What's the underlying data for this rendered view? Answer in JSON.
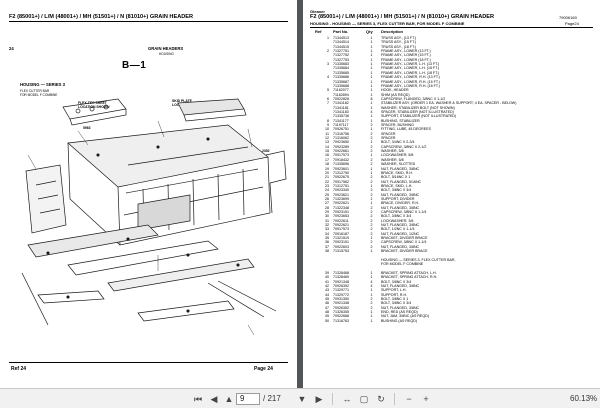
{
  "left_page": {
    "header": "F2 (85001+) / L/M (48001+) / MH (51501+) / N (81010+) GRAIN HEADER",
    "section_no": "24",
    "diagram_title": "GRAIN HEADERS",
    "diagram_subtitle": "HOUSING",
    "figure_label": "B—1",
    "sub_title": "HOUSING — SERIES 3",
    "sub_lines": [
      "FLEX CUTTER BAR",
      "FOR MODEL F COMBINE"
    ],
    "annotations": {
      "shield_a": "FLEX-TEC SHEET\nLOCATION SHOWN",
      "skid_plate": "SKID PLATE\nLOCATION SHOWN",
      "front": "FRONT",
      "ref_5963": "5963",
      "ref_2352": "2352"
    },
    "footer_left": "Ref  24",
    "footer_right": "Page  24"
  },
  "right_page": {
    "brand": "Gleaner",
    "header": "F2 (85001+) / L/M (48001+) / MH (51501+) / N (81010+) GRAIN HEADER",
    "code": "79006160",
    "sub_header": "HOUSING - HOUSING — SERIES 3, FLEX CUTTER BAR, FOR MODEL F COMBINE",
    "page_code": "Page24",
    "columns": [
      "Ref",
      "Part No.",
      "Qty",
      "Description"
    ],
    "rows": [
      {
        "ref": "1",
        "part": "71344513",
        "qty": "1",
        "desc": "TRUSS ASY., (13 FT.)"
      },
      {
        "ref": "",
        "part": "71344514",
        "qty": "1",
        "desc": "TRUSS ASY., (15 FT.)"
      },
      {
        "ref": "",
        "part": "71344515",
        "qty": "1",
        "desc": "TRUSS ASY., (18 FT.)"
      },
      {
        "ref": "2",
        "part": "71327751",
        "qty": "1",
        "desc": "FRAME ASY., LOWER (13 FT.)"
      },
      {
        "ref": "",
        "part": "71327752",
        "qty": "1",
        "desc": "FRAME ASY., LOWER (15 FT.)"
      },
      {
        "ref": "",
        "part": "71327753",
        "qty": "1",
        "desc": "FRAME ASY., LOWER (18 FT.)"
      },
      {
        "ref": "3",
        "part": "71335683",
        "qty": "1",
        "desc": "FRAME ASY., LOWER, L.H. (13 FT.)"
      },
      {
        "ref": "",
        "part": "71335684",
        "qty": "1",
        "desc": "FRAME ASY., LOWER, L.H. (15 FT.)"
      },
      {
        "ref": "",
        "part": "71335685",
        "qty": "1",
        "desc": "FRAME ASY., LOWER, L.H. (18 FT.)"
      },
      {
        "ref": "4",
        "part": "71335686",
        "qty": "1",
        "desc": "FRAME ASY., LOWER, R.H. (13 FT.)"
      },
      {
        "ref": "",
        "part": "71335687",
        "qty": "1",
        "desc": "FRAME ASY., LOWER, R.H. (15 FT.)"
      },
      {
        "ref": "",
        "part": "71335688",
        "qty": "1",
        "desc": "FRAME ASY., LOWER, R.H. (18 FT.)"
      },
      {
        "ref": "5",
        "part": "71162077",
        "qty": "1",
        "desc": "HOOK, HEADER"
      },
      {
        "ref": "",
        "part": "71162894",
        "qty": "1",
        "desc": "SHIM (AS REQD)"
      },
      {
        "ref": "6",
        "part": "70922828",
        "qty": "8",
        "desc": "CAPSCREW, FLANGED, 3/8NC X 1-1/2"
      },
      {
        "ref": "7",
        "part": "71341182",
        "qty": "1",
        "desc": "STABILIZER ASY. (ORDER 1 EA. WASHER & SUPPORT; 4 EA. SPACER - BELOW)"
      },
      {
        "ref": "",
        "part": "71341181",
        "qty": "1",
        "desc": "WASHER, STABILIZER BOLT (NOT SHOWN)"
      },
      {
        "ref": "",
        "part": "71341183",
        "qty": "4",
        "desc": "SPACER, STABILIZER (NOT ILLUSTRATED)"
      },
      {
        "ref": "",
        "part": "71335736",
        "qty": "1",
        "desc": "SUPPORT, STABILIZER (NOT ILLUSTRATED)"
      },
      {
        "ref": "8",
        "part": "71341177",
        "qty": "1",
        "desc": "BUSHING, STABILIZER"
      },
      {
        "ref": "9",
        "part": "71197117",
        "qty": "2",
        "desc": "SPACER, BUSHING"
      },
      {
        "ref": "10",
        "part": "70926751",
        "qty": "1",
        "desc": "FITTING, LUBE, 45 DEGREES"
      },
      {
        "ref": "11",
        "part": "71316756",
        "qty": "2",
        "desc": "SPACER"
      },
      {
        "ref": "12",
        "part": "71316062",
        "qty": "2",
        "desc": "SPACER"
      },
      {
        "ref": "13",
        "part": "70923650",
        "qty": "1",
        "desc": "BOLT, 3/4NC X 2-3/4"
      },
      {
        "ref": "14",
        "part": "70923289",
        "qty": "2",
        "desc": "CAPSCREW, 3/8NC X 2-1/2"
      },
      {
        "ref": "15",
        "part": "70922661",
        "qty": "2",
        "desc": "WASHER, 5/8"
      },
      {
        "ref": "16",
        "part": "70917573",
        "qty": "1",
        "desc": "LOCKWASHER, 5/8"
      },
      {
        "ref": "17",
        "part": "70918432",
        "qty": "2",
        "desc": "WASHER, 5/8"
      },
      {
        "ref": "18",
        "part": "71335696",
        "qty": "2",
        "desc": "WASHER, SLOTTED"
      },
      {
        "ref": "19",
        "part": "70923601",
        "qty": "1",
        "desc": "NUT, FLANGED, 3/8NC"
      },
      {
        "ref": "20",
        "part": "71312750",
        "qty": "1",
        "desc": "BRACE, SKID, R.H."
      },
      {
        "ref": "21",
        "part": "70922675",
        "qty": "2",
        "desc": "BOLT, 5/16NC X 1"
      },
      {
        "ref": "22",
        "part": "70917562",
        "qty": "2",
        "desc": "NUT, FLANGED, 5/16NC"
      },
      {
        "ref": "23",
        "part": "71312751",
        "qty": "1",
        "desc": "BRACE, SKID, L.H."
      },
      {
        "ref": "24",
        "part": "70923340",
        "qty": "2",
        "desc": "BOLT, 3/8NC X 3/4"
      },
      {
        "ref": "25",
        "part": "70923621",
        "qty": "2",
        "desc": "NUT, FLANGED, 3/8NC"
      },
      {
        "ref": "26",
        "part": "71323699",
        "qty": "1",
        "desc": "SUPPORT, DIVIDER"
      },
      {
        "ref": "27",
        "part": "70922621",
        "qty": "1",
        "desc": "BRACE, DIVIDER, R.H."
      },
      {
        "ref": "28",
        "part": "71322348",
        "qty": "2",
        "desc": "NUT, FLANGED, 3/8NC"
      },
      {
        "ref": "29",
        "part": "70923151",
        "qty": "2",
        "desc": "CAPSCREW, 3/8NC X 1-1/4"
      },
      {
        "ref": "30",
        "part": "70923653",
        "qty": "2",
        "desc": "BOLT, 3/8NC X 3/4"
      },
      {
        "ref": "31",
        "part": "70922611",
        "qty": "2",
        "desc": "LOCKWASHER, 3/8"
      },
      {
        "ref": "32",
        "part": "70922621",
        "qty": "2",
        "desc": "NUT, FLANGED, 3/8NC"
      },
      {
        "ref": "33",
        "part": "70917573",
        "qty": "2",
        "desc": "BOLT, 1/2NC X 1-1/4"
      },
      {
        "ref": "34",
        "part": "70916187",
        "qty": "2",
        "desc": "NUT, FLANGED, 1/2NC"
      },
      {
        "ref": "35",
        "part": "71321519",
        "qty": "1",
        "desc": "BRACKET, DIVIDER BRACE"
      },
      {
        "ref": "36",
        "part": "70923151",
        "qty": "2",
        "desc": "CAPSCREW, 3/8NC X 1-1/4"
      },
      {
        "ref": "37",
        "part": "70922603",
        "qty": "2",
        "desc": "NUT, FLANGED, 3/8NC"
      },
      {
        "ref": "38",
        "part": "71315753",
        "qty": "1",
        "desc": "BRACKET, DIVIDER BRACE"
      },
      {
        "ref": "",
        "part": "",
        "qty": "",
        "desc": ""
      },
      {
        "ref": "",
        "part": "",
        "qty": "",
        "desc": "HOUSING — SERIES 3, FLEX CUTTER BAR,"
      },
      {
        "ref": "",
        "part": "",
        "qty": "",
        "desc": "FOR MODEL F COMBINE"
      },
      {
        "ref": "",
        "part": "",
        "qty": "",
        "desc": ""
      },
      {
        "ref": "39",
        "part": "71328468",
        "qty": "1",
        "desc": "BRACKET, SPRING ATTACH, L.H."
      },
      {
        "ref": "40",
        "part": "71328469",
        "qty": "1",
        "desc": "BRACKET, SPRING ATTACH, R.H."
      },
      {
        "ref": "41",
        "part": "70921348",
        "qty": "4",
        "desc": "BOLT, 3/8NC X 3/4"
      },
      {
        "ref": "42",
        "part": "70926352",
        "qty": "4",
        "desc": "NUT, FLANGED, 3/8NC"
      },
      {
        "ref": "43",
        "part": "71329771",
        "qty": "1",
        "desc": "SUPPORT, L.H."
      },
      {
        "ref": "44",
        "part": "71329772",
        "qty": "1",
        "desc": "SUPPORT, R.H."
      },
      {
        "ref": "45",
        "part": "70931350",
        "qty": "2",
        "desc": "BOLT, 3/8NC X 1"
      },
      {
        "ref": "46",
        "part": "70921348",
        "qty": "2",
        "desc": "BOLT, 3/8NC X 3/4"
      },
      {
        "ref": "47",
        "part": "70926352",
        "qty": "2",
        "desc": "NUT, FLANGED, 3/8NC"
      },
      {
        "ref": "48",
        "part": "71326355",
        "qty": "1",
        "desc": "END, RED (AS REQD)"
      },
      {
        "ref": "49",
        "part": "70922668",
        "qty": "1",
        "desc": "NUT, JAM, 3/8NC (AS REQD)"
      },
      {
        "ref": "50",
        "part": "71316763",
        "qty": "1",
        "desc": "BUSHING (AS REQD)"
      }
    ]
  },
  "toolbar": {
    "current_page": "9",
    "total_pages": "/ 217",
    "zoom": "60.13%"
  }
}
